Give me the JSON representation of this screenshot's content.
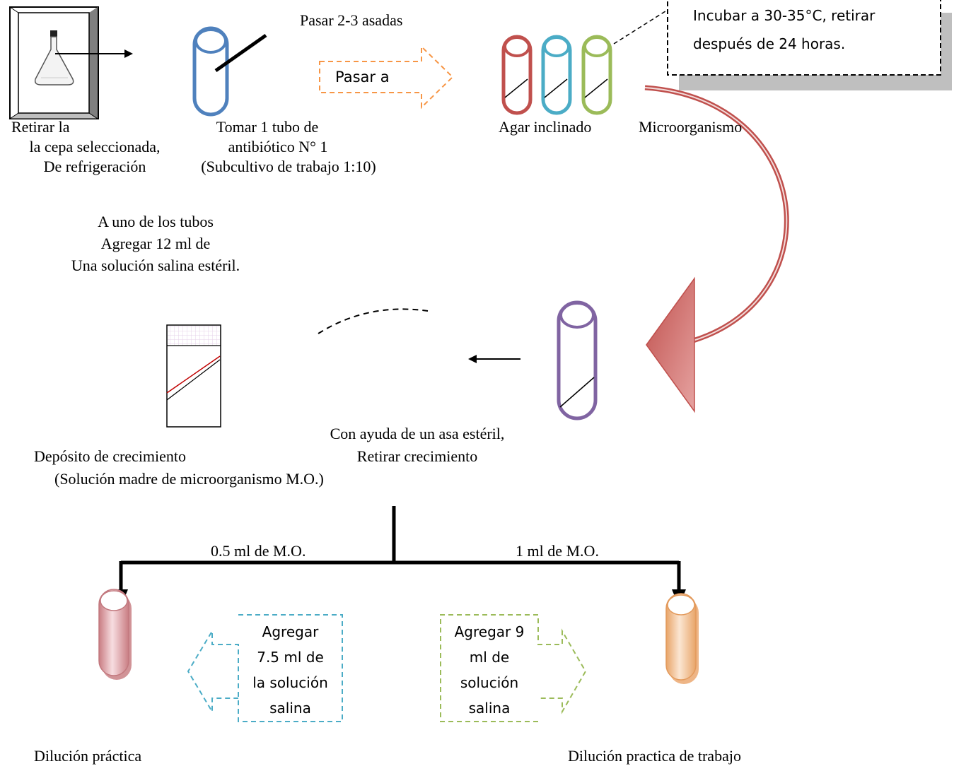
{
  "steps": {
    "retirar": [
      "Retirar la",
      "la cepa seleccionada,",
      "De refrigeración"
    ],
    "tomar": [
      "Tomar 1 tubo de",
      "antibiótico N° 1",
      "(Subcultivo de trabajo 1:10)"
    ],
    "pasar_asadas": "Pasar 2-3 asadas",
    "pasar_a": "Pasar a",
    "agar": "Agar inclinado",
    "microorganismo": "Microorganismo",
    "incubar": [
      "Incubar a 30-35°C, retirar",
      "después de 24 horas."
    ],
    "agregar_salina": [
      "A uno de los tubos",
      "Agregar 12 ml de",
      "Una solución salina estéril."
    ],
    "con_ayuda": [
      "Con ayuda de un asa estéril,",
      "Retirar crecimiento"
    ],
    "deposito": [
      "Depósito de crecimiento",
      "(Solución madre de microorganismo M.O.)"
    ],
    "rama_izq": "0.5 ml de M.O.",
    "rama_der": "1 ml de M.O.",
    "agregar_75": [
      "Agregar",
      "7.5 ml de",
      "la solución",
      "salina"
    ],
    "agregar_9": [
      "Agregar 9",
      "ml de",
      "solución",
      "salina"
    ],
    "dilucion_izq": "Dilución práctica",
    "dilucion_der": "Dilución practica de trabajo"
  },
  "colors": {
    "tube_blue": "#4f81bd",
    "tube_red": "#c0504d",
    "tube_cyan": "#4bacc6",
    "tube_green": "#9bbb59",
    "tube_purple": "#8064a2",
    "orange_dash": "#f79646",
    "big_arrow": "#c0504d"
  }
}
